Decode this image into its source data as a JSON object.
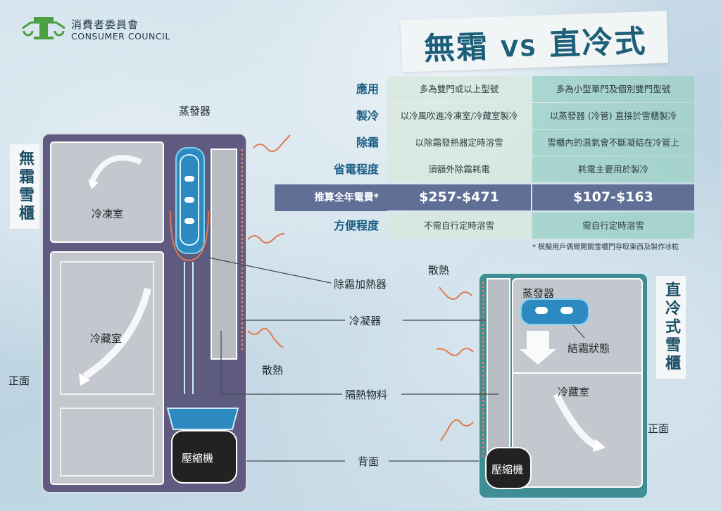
{
  "logo": {
    "chinese": "消費者委員會",
    "english": "CONSUMER COUNCIL"
  },
  "title": {
    "left": "無霜",
    "vs": "VS",
    "right": "直冷式"
  },
  "table": {
    "rows": [
      {
        "label": "應用",
        "frost_free": "多為雙門或以上型號",
        "direct_cool": "多為小型單門及個別雙門型號"
      },
      {
        "label": "製冷",
        "frost_free": "以冷風吹進冷凍室/冷藏室製冷",
        "direct_cool": "以蒸發器 (冷管) 直接於雪櫃製冷"
      },
      {
        "label": "除霜",
        "frost_free": "以除霜發熱器定時溶雪",
        "direct_cool": "雪櫃內的濕氣會不斷凝結在冷管上"
      },
      {
        "label": "省電程度",
        "frost_free": "須額外除霜耗電",
        "direct_cool": "耗電主要用於製冷"
      },
      {
        "label": "推算全年電費*",
        "frost_free": "$257-$471",
        "direct_cool": "$107-$163"
      },
      {
        "label": "方便程度",
        "frost_free": "不需自行定時溶雪",
        "direct_cool": "需自行定時溶雪"
      }
    ],
    "footnote": "* 模擬用戶偶爾開關雪櫃門存取東西及製作冰粒"
  },
  "left_fridge": {
    "side_label": "無霜雪櫃",
    "freezer": "冷凍室",
    "fridge": "冷藏室",
    "front": "正面",
    "evaporator": "蒸發器",
    "compressor": "壓縮機"
  },
  "right_fridge": {
    "side_label": "直冷式雪櫃",
    "evaporator": "蒸發器",
    "frost_state": "結霜狀態",
    "fridge": "冷藏室",
    "front": "正面",
    "compressor": "壓縮機"
  },
  "callouts": {
    "defrost_heater": "除霜加熱器",
    "condenser": "冷凝器",
    "insulation": "隔熱物料",
    "back": "背面",
    "heat_left": "散熱",
    "heat_right": "散熱"
  },
  "colors": {
    "title": "#1d5f79",
    "label": "#1b5f83",
    "highlight_row": "#5f6f96",
    "fridge_left": "#5f5a80",
    "fridge_right": "#3f8d95",
    "heat": "#e07a4f"
  }
}
